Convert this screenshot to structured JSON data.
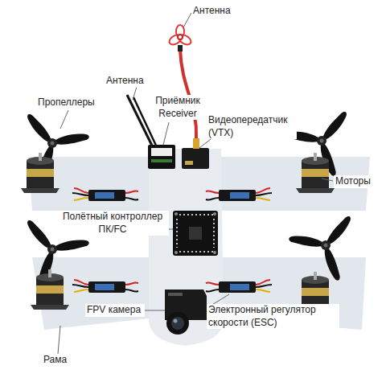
{
  "diagram": {
    "labels": [
      "Антенна",
      "Антенна",
      "Пропеллеры",
      "Приёмник Receiver",
      "Видеопередатчик (VTX)",
      "Моторы",
      "Полётный контроллер ПК/FC",
      "FPV камера",
      "Электронный регулятор скорости (ESC)",
      "Рама"
    ]
  }
}
